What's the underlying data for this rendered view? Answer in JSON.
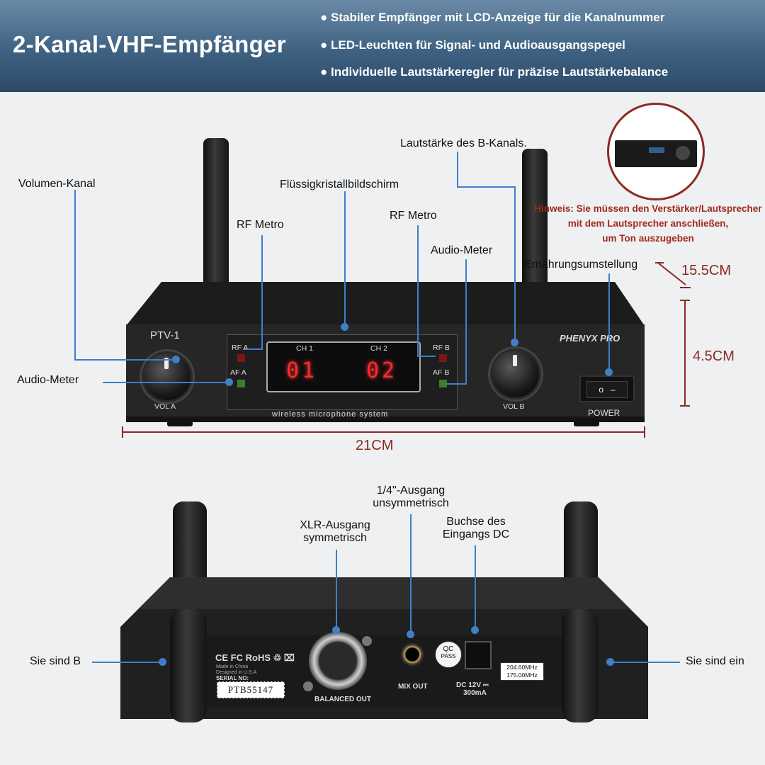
{
  "header": {
    "title": "2-Kanal-VHF-Empfänger",
    "bullets": [
      "● Stabiler Empfänger mit LCD-Anzeige für die Kanalnummer",
      "● LED-Leuchten für Signal- und Audioausgangspegel",
      "● Individuelle Lautstärkeregler für präzise Lautstärkebalance"
    ]
  },
  "front": {
    "labels": {
      "volume_channel": "Volumen-Kanal",
      "rf_left": "RF Metro",
      "lcd": "Flüssigkristallbildschirm",
      "vol_b": "Lautstärke des B-Kanals.",
      "rf_right": "RF Metro",
      "audio_meter_right": "Audio-Meter",
      "power_switch": "Ernährungsumstellung",
      "audio_meter_left": "Audio-Meter"
    },
    "device": {
      "model": "PTV-1",
      "brand": "PHENYX PRO",
      "rf_a": "RF A",
      "af_a": "AF A",
      "rf_b": "RF B",
      "af_b": "AF B",
      "ch1_label": "CH 1",
      "ch2_label": "CH 2",
      "ch1_value": "01",
      "ch2_value": "02",
      "subtitle": "wireless microphone system",
      "vol_a": "VOL A",
      "vol_b": "VOL B",
      "power": "POWER"
    },
    "dims": {
      "depth": "15.5CM",
      "height": "4.5CM",
      "width": "21CM"
    },
    "hint": [
      "Hinweis: Sie müssen den Verstärker/Lautsprecher",
      "mit dem Lautsprecher anschließen,",
      "um Ton auszugeben"
    ]
  },
  "back": {
    "labels": {
      "quarter_out_line1": "1/4\"-Ausgang",
      "quarter_out_line2": "unsymmetrisch",
      "xlr_line1": "XLR-Ausgang",
      "xlr_line2": "symmetrisch",
      "dc_line1": "Buchse des",
      "dc_line2": "Eingangs DC",
      "left_antenna": "Sie sind B",
      "right_antenna": "Sie sind ein"
    },
    "device": {
      "certs": "CE FC RoHS ♲ ⌧",
      "made_in": "Made in China",
      "designed_in": "Designed in U.S.A",
      "serial_label": "SERIAL NO:",
      "serial": "PTB55147",
      "balanced_out": "BALANCED OUT",
      "mix_out": "MIX OUT",
      "qc1": "QC",
      "qc2": "PASS",
      "dc1": "DC 12V ⎓",
      "dc2": "300mA",
      "freq1": "204.60MHz",
      "freq2": "175.00MHz"
    }
  }
}
